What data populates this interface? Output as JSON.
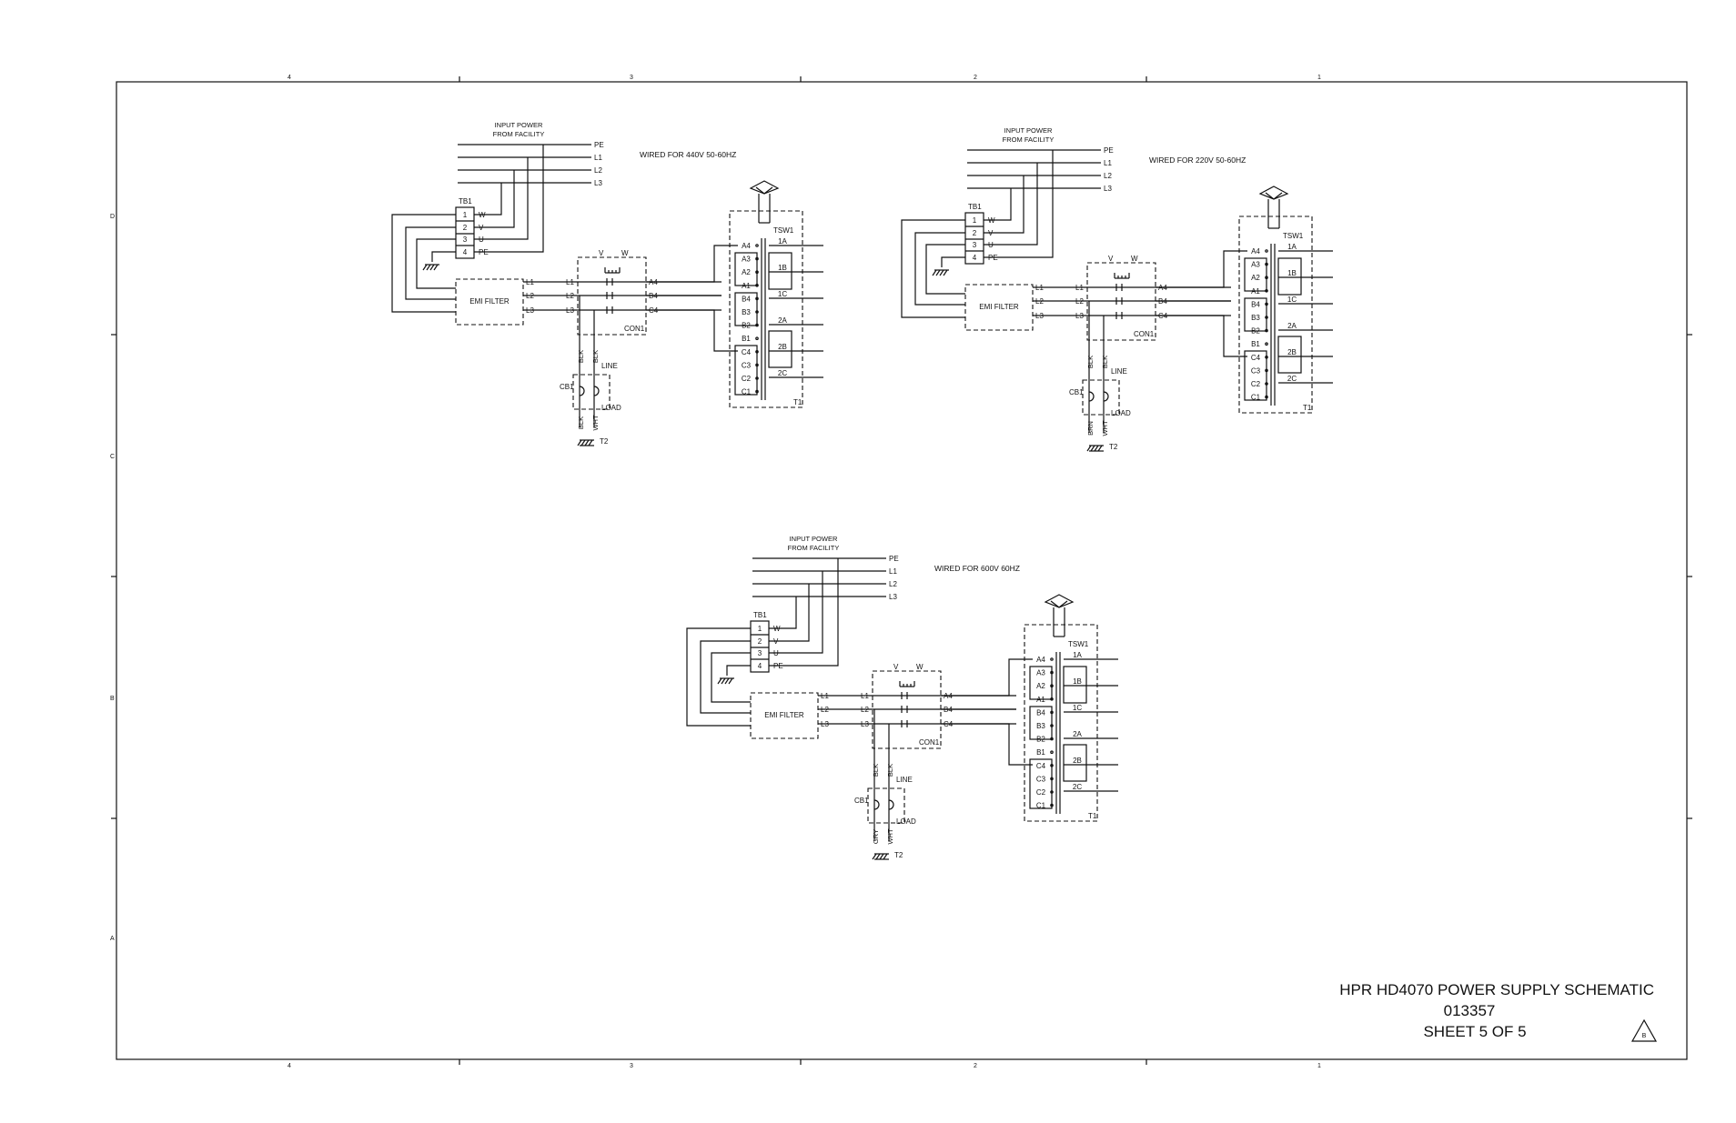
{
  "sheet": {
    "title": "HPR HD4070 POWER SUPPLY SCHEMATIC",
    "number": "013357",
    "sheet_label": "SHEET 5 OF 5",
    "revision": "B",
    "top_zones": [
      "4",
      "3",
      "2",
      "1"
    ],
    "side_zones": [
      "D",
      "C",
      "B",
      "A"
    ]
  },
  "common": {
    "input_power_line1": "INPUT POWER",
    "input_power_line2": "FROM FACILITY",
    "lines": [
      "PE",
      "L1",
      "L2",
      "L3"
    ],
    "tb1": "TB1",
    "tb1_terms": [
      "1",
      "2",
      "3",
      "4"
    ],
    "tb1_wires": [
      "W",
      "V",
      "U",
      "PE"
    ],
    "emi": "EMI FILTER",
    "emi_out": [
      "L1",
      "L2",
      "L3"
    ],
    "con_in": [
      "L1",
      "L2",
      "L3"
    ],
    "con_out": [
      "A4",
      "B4",
      "C4"
    ],
    "con_vw": [
      "V",
      "W"
    ],
    "con1": "CON1",
    "cb1": "CB1",
    "line": "LINE",
    "load": "LOAD",
    "t2": "T2",
    "tsw1": "TSW1",
    "t1": "T1"
  },
  "circuits": [
    {
      "id": "440v",
      "caption": "WIRED FOR 440V 50-60HZ",
      "cb_top": [
        "BLK",
        "BLK"
      ],
      "cb_bottom": [
        "BLK",
        "WHT"
      ],
      "primary": [
        "A4",
        "A3",
        "A2",
        "A1",
        "B4",
        "B3",
        "B2",
        "B1",
        "C4",
        "C3",
        "C2",
        "C1"
      ],
      "secondary": [
        "1A",
        "1B",
        "1C",
        "2A",
        "2B",
        "2C"
      ]
    },
    {
      "id": "220v",
      "caption": "WIRED FOR 220V 50-60HZ",
      "cb_top": [
        "BLK",
        "BLK"
      ],
      "cb_bottom": [
        "BRN",
        "WHT"
      ],
      "primary": [
        "A4",
        "A3",
        "A2",
        "A1",
        "B4",
        "B3",
        "B2",
        "B1",
        "C4",
        "C3",
        "C2",
        "C1"
      ],
      "secondary": [
        "1A",
        "1B",
        "1C",
        "2A",
        "2B",
        "2C"
      ]
    },
    {
      "id": "600v",
      "caption": "WIRED FOR 600V 60HZ",
      "cb_top": [
        "BLK",
        "BLK"
      ],
      "cb_bottom": [
        "GRY",
        "WHT"
      ],
      "primary": [
        "A4",
        "A3",
        "A2",
        "A1",
        "B4",
        "B3",
        "B2",
        "B1",
        "C4",
        "C3",
        "C2",
        "C1"
      ],
      "secondary": [
        "1A",
        "1B",
        "1C",
        "2A",
        "2B",
        "2C"
      ]
    }
  ]
}
